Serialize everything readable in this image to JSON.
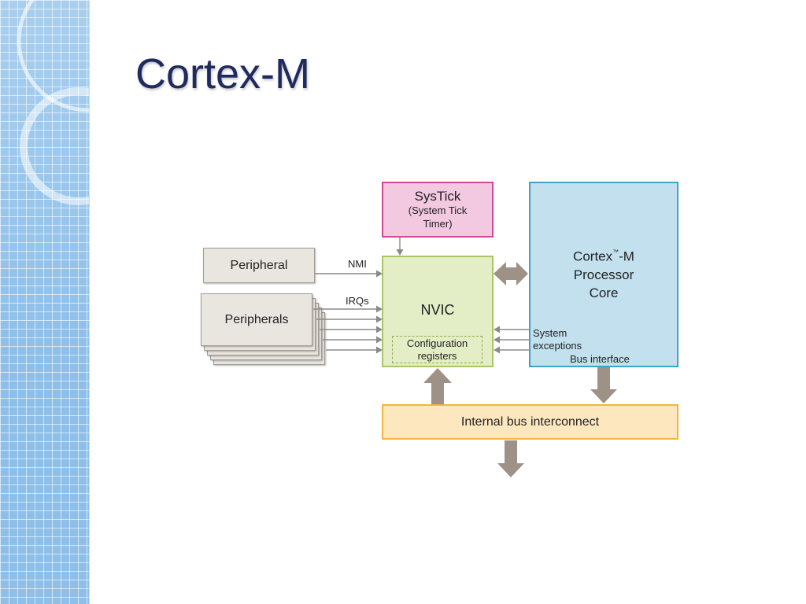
{
  "slide": {
    "title": "Cortex-M"
  },
  "colors": {
    "title": "#1f2a5e",
    "sidebar": "#8dbfe9",
    "systick_fill": "#f3c8e1",
    "systick_border": "#d1459a",
    "core_fill": "#c3e0ef",
    "core_border": "#3ea2c9",
    "nvic_fill": "#e3edc6",
    "nvic_border": "#a9c566",
    "bus_fill": "#fde7be",
    "bus_border": "#f3b43f",
    "peripheral_fill": "#e9e5df",
    "peripheral_border": "#a19b94",
    "block_arrow": "#9e9286"
  },
  "diagram": {
    "systick": {
      "title": "SysTick",
      "line1": "(System Tick",
      "line2": "Timer)"
    },
    "core": {
      "name": "Cortex",
      "trademark": "™",
      "suffix": "-M",
      "line2": "Processor",
      "line3": "Core"
    },
    "nvic": {
      "title": "NVIC",
      "config": {
        "line1": "Configuration",
        "line2": "registers"
      }
    },
    "peripheral": {
      "label": "Peripheral"
    },
    "peripherals": {
      "label": "Peripherals"
    },
    "labels": {
      "nmi": "NMI",
      "irqs": "IRQs",
      "system": "System",
      "exceptions": "exceptions",
      "bus_interface": "Bus interface"
    },
    "bus": {
      "label": "Internal bus interconnect"
    }
  }
}
